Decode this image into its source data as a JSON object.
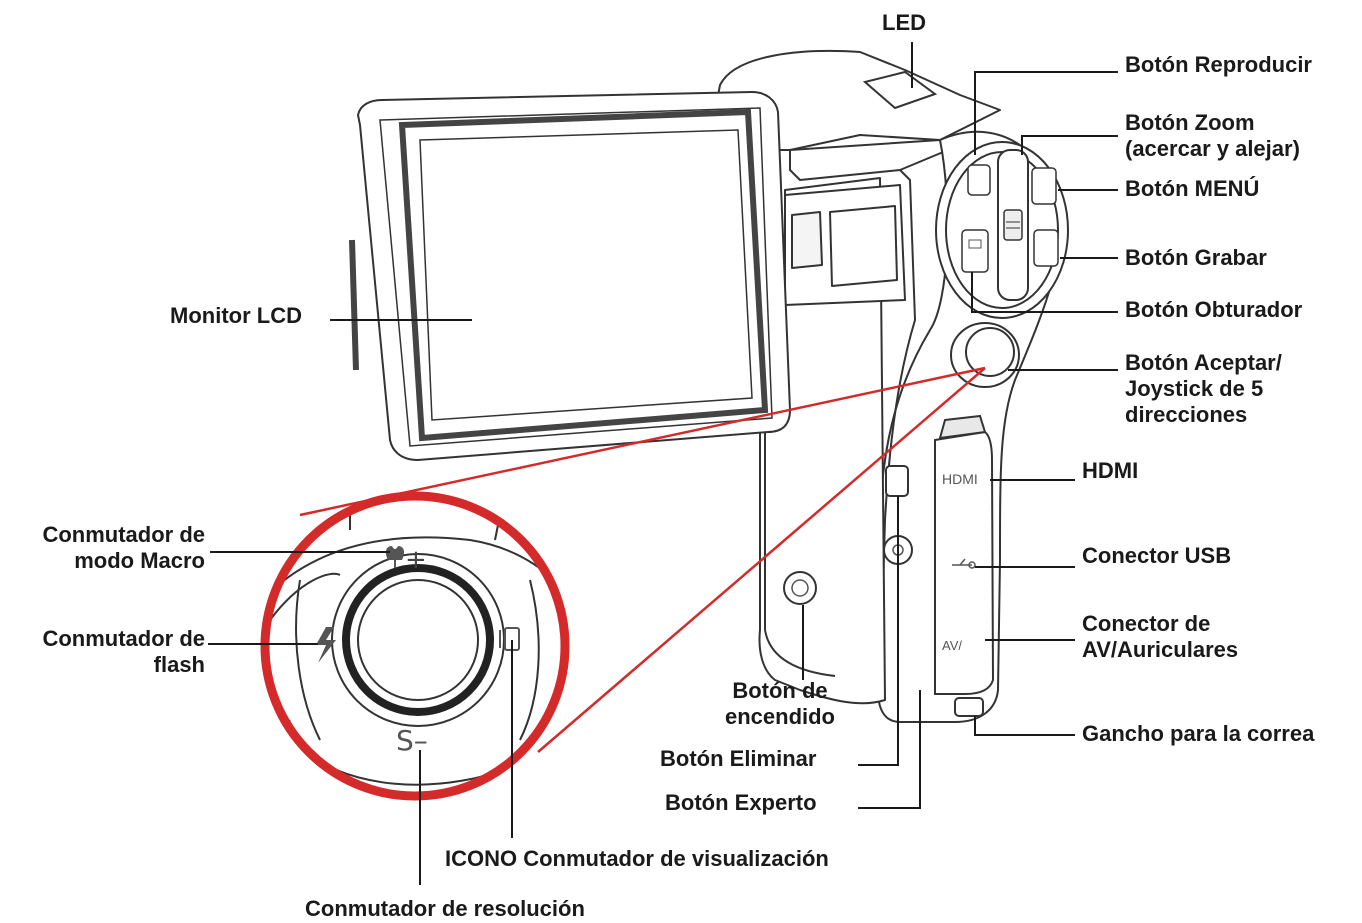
{
  "labels": {
    "led": "LED",
    "reproducir": "Botón Reproducir",
    "zoom_1": "Botón Zoom",
    "zoom_2": "(acercar y alejar)",
    "menu": "Botón MENÚ",
    "grabar": "Botón Grabar",
    "obturador": "Botón Obturador",
    "aceptar_1": "Botón Aceptar/",
    "aceptar_2": "Joystick de 5",
    "aceptar_3": "direcciones",
    "hdmi": "HDMI",
    "usb": "Conector USB",
    "av_1": "Conector de",
    "av_2": "AV/Auriculares",
    "gancho": "Gancho para la correa",
    "monitor": "Monitor LCD",
    "macro_1": "Conmutador de",
    "macro_2": "modo Macro",
    "flash_1": "Conmutador de",
    "flash_2": "flash",
    "encendido_1": "Botón de",
    "encendido_2": "encendido",
    "eliminar": "Botón Eliminar",
    "experto": "Botón Experto",
    "icono": "ICONO Conmutador de visualización",
    "resolucion": "Conmutador de resolución"
  },
  "device_markings": {
    "hdmi_port": "HDMI",
    "av_port": "AV/",
    "macro_plus": "+",
    "resolution_minus": "S–"
  },
  "colors": {
    "callout_red": "#d42a2a",
    "line": "#1a1a1a",
    "outline": "#333333"
  }
}
